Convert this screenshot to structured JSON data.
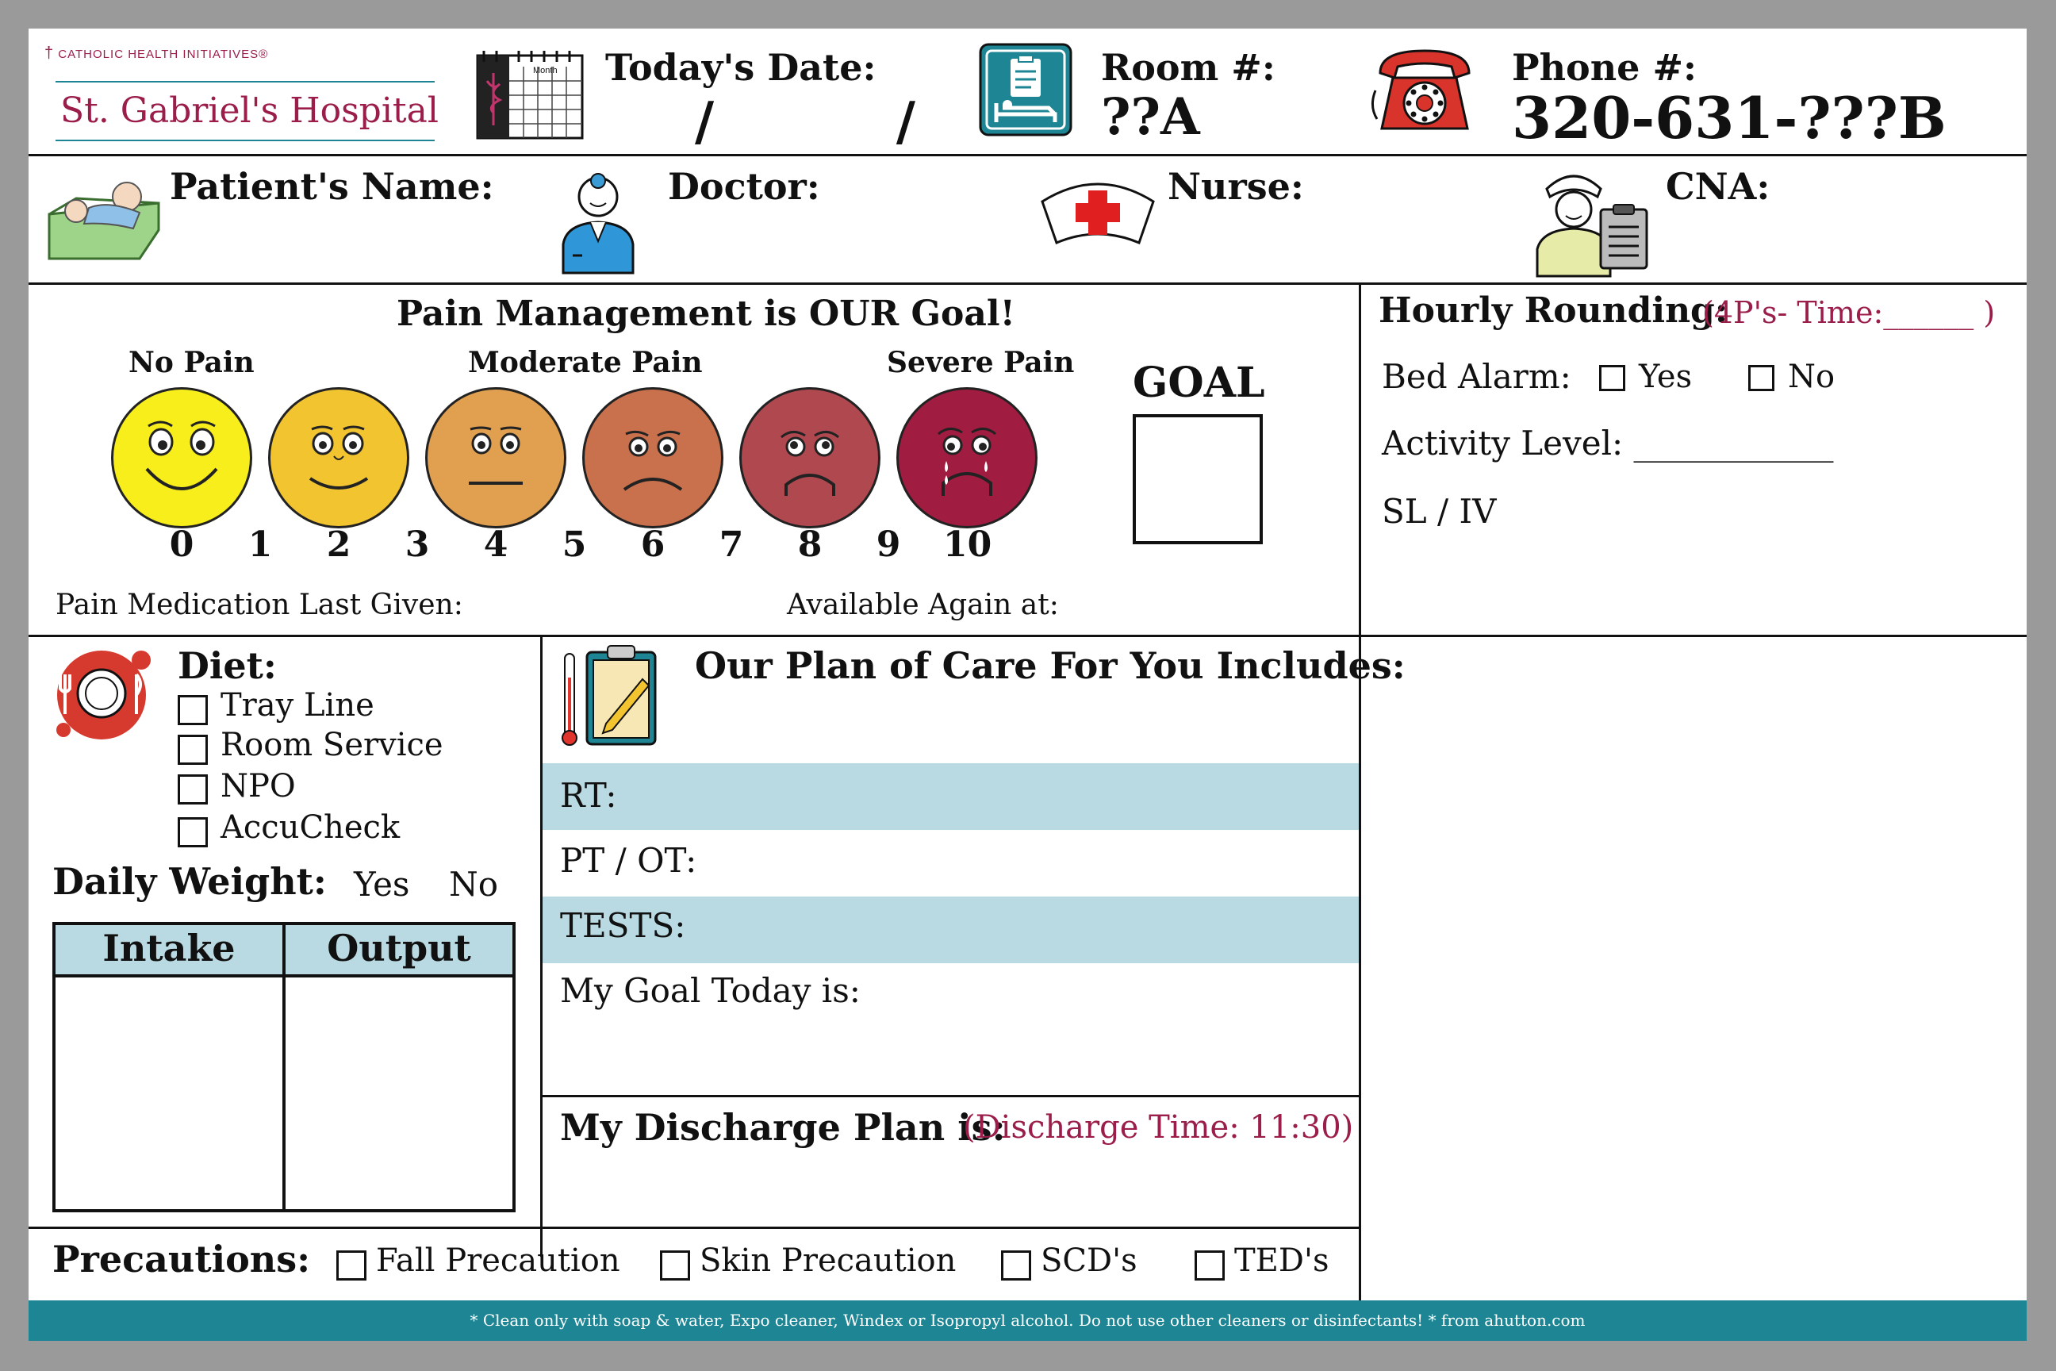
{
  "header": {
    "logo_org": "CATHOLIC HEALTH INITIATIVES®",
    "hospital_name": "St. Gabriel's Hospital",
    "calendar_month_label": "Month",
    "date_label": "Today's Date:",
    "date_separators": "/          /",
    "room_label": "Room #:",
    "room_value": "??A",
    "phone_label": "Phone #:",
    "phone_value": "320-631-???B"
  },
  "staff": {
    "patient_label": "Patient's Name:",
    "doctor_label": "Doctor:",
    "nurse_label": "Nurse:",
    "cna_label": "CNA:"
  },
  "pain": {
    "title": "Pain Management is OUR Goal!",
    "labels": [
      "No Pain",
      "Moderate Pain",
      "Severe Pain"
    ],
    "scale": [
      "0",
      "1",
      "2",
      "3",
      "4",
      "5",
      "6",
      "7",
      "8",
      "9",
      "10"
    ],
    "goal_label": "GOAL",
    "med_last_given_label": "Pain Medication Last Given:",
    "available_again_label": "Available Again at:"
  },
  "rounding": {
    "title": "Hourly Rounding:",
    "subtitle": "(4P's- Time:______ )",
    "bed_alarm_label": "Bed Alarm:",
    "yes": "Yes",
    "no": "No",
    "activity_label": "Activity Level: ____________",
    "sl_iv": "SL / IV"
  },
  "diet": {
    "title": "Diet:",
    "options": [
      "Tray Line",
      "Room Service",
      "NPO",
      "AccuCheck"
    ],
    "daily_weight_label": "Daily Weight:",
    "yes": "Yes",
    "no": "No",
    "intake_label": "Intake",
    "output_label": "Output"
  },
  "plan": {
    "title": "Our Plan of Care For You Includes:",
    "rt": "RT:",
    "ptot": "PT / OT:",
    "tests": "TESTS:",
    "goal_today": "My Goal Today is:",
    "discharge_label": "My Discharge Plan is:",
    "discharge_time": "(Discharge Time: 11:30)"
  },
  "precautions": {
    "label": "Precautions:",
    "items": [
      "Fall Precaution",
      "Skin Precaution",
      "SCD's",
      "TED's"
    ]
  },
  "footer": {
    "text": "* Clean only with soap & water, Expo cleaner, Windex or Isopropyl alcohol.  Do not use other cleaners or disinfectants!  *  from ahutton.com"
  },
  "colors": {
    "teal": "#1d8593",
    "band": "#b9dae2",
    "maroon": "#9b1d4a",
    "faces": [
      "#f7ee1c",
      "#f2c530",
      "#e0a050",
      "#c9704c",
      "#b04850",
      "#a01c40"
    ]
  }
}
